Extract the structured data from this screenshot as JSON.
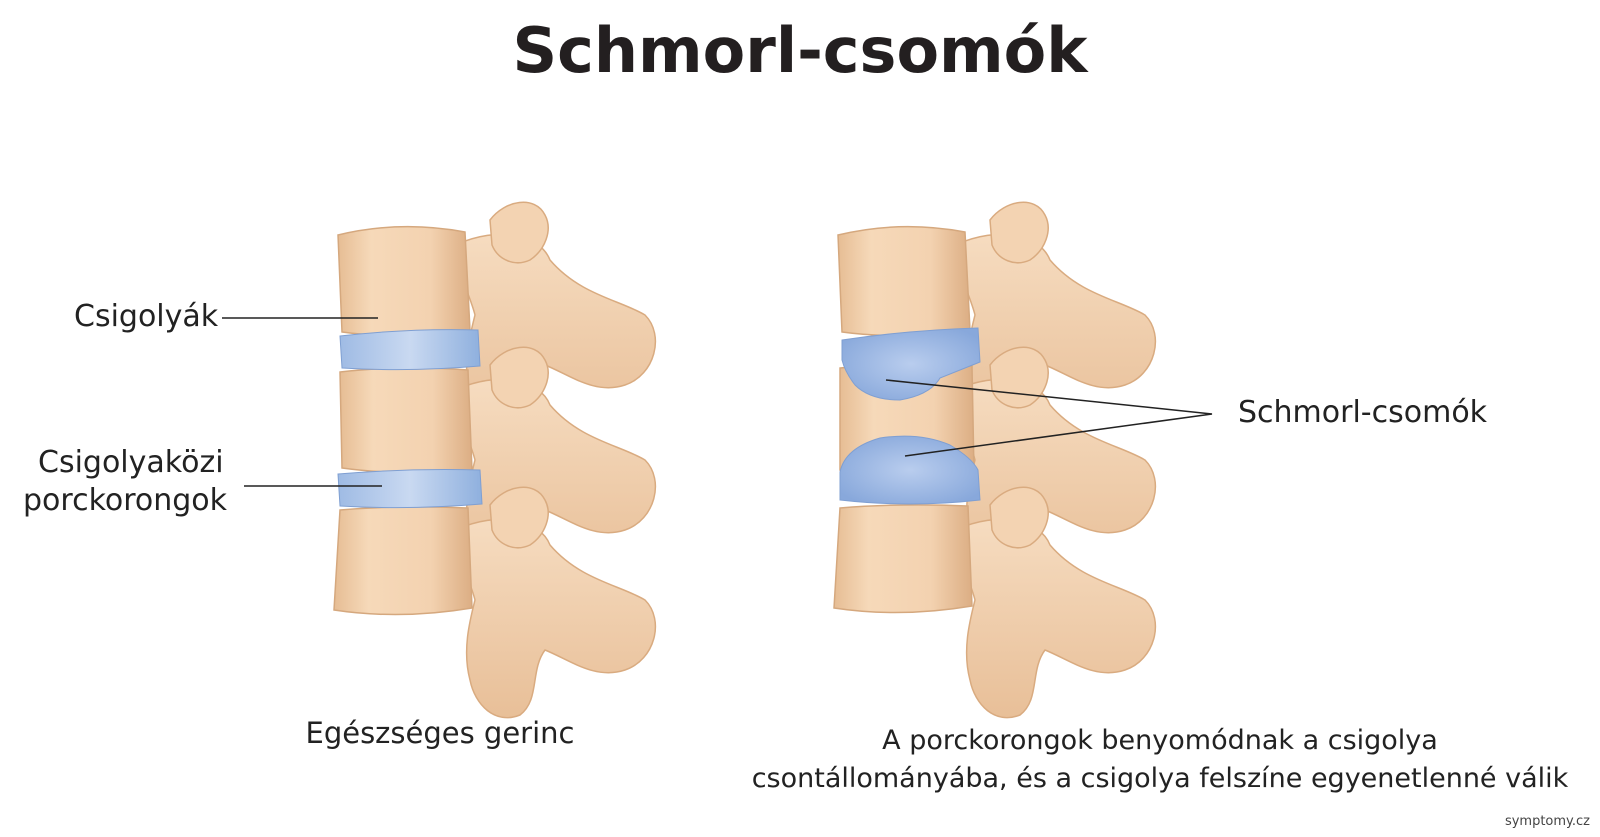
{
  "title": "Schmorl-csomók",
  "labels": {
    "vertebrae": "Csigolyák",
    "discs_line1": "Csigolyaközi",
    "discs_line2": "porckorongok",
    "schmorl": "Schmorl-csomók"
  },
  "captions": {
    "healthy": "Egészséges gerinc",
    "affected_line1": "A porckorongok benyomódnak a csigolya",
    "affected_line2": "csontállományába, és a csigolya felszíne egyenetlenné válik"
  },
  "watermark": "symptomy.cz",
  "colors": {
    "bone": "#f5d5b3",
    "bone_shadow": "#e2b48a",
    "disc": "#a8c3e6",
    "disc_shadow": "#7f9fd2",
    "text": "#222222"
  }
}
